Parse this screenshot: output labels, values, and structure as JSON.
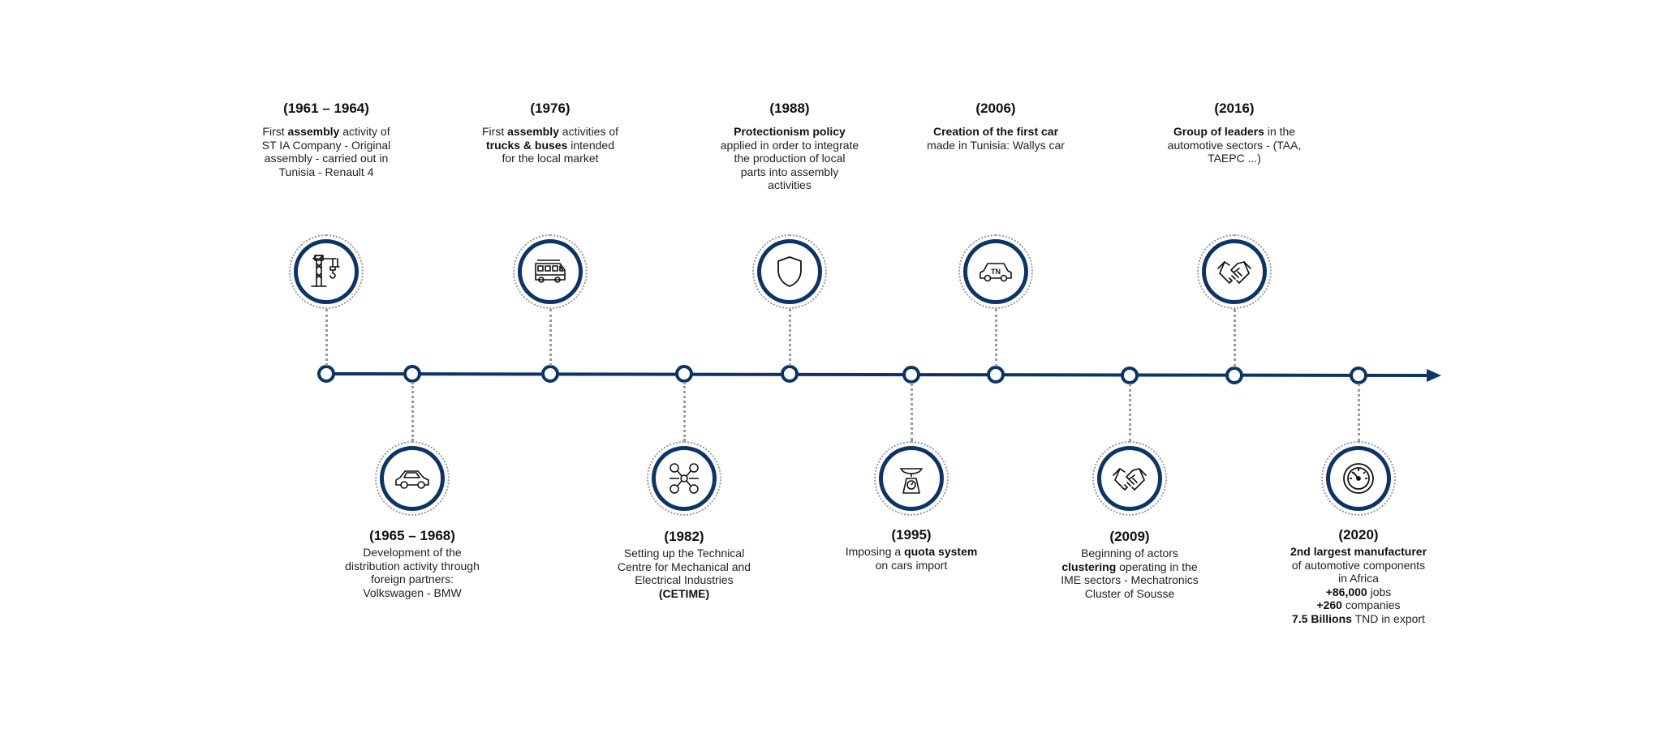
{
  "colors": {
    "accent": "#0b3568",
    "dots": "#9a9a9a"
  },
  "events_top": [
    {
      "year": "(1961 – 1964)",
      "icon": "crane-icon",
      "lines": [
        [
          {
            "t": "First "
          },
          {
            "t": "assembly",
            "b": true
          },
          {
            "t": " activity of"
          }
        ],
        [
          {
            "t": "ST IA Company - Original"
          }
        ],
        [
          {
            "t": "assembly - carried out in"
          }
        ],
        [
          {
            "t": "Tunisia - Renault 4"
          }
        ]
      ]
    },
    {
      "year": "(1976)",
      "icon": "bus-icon",
      "lines": [
        [
          {
            "t": "First "
          },
          {
            "t": "assembly",
            "b": true
          },
          {
            "t": " activities of"
          }
        ],
        [
          {
            "t": "trucks & buses",
            "b": true
          },
          {
            "t": " intended"
          }
        ],
        [
          {
            "t": "for the local market"
          }
        ]
      ]
    },
    {
      "year": "(1988)",
      "icon": "shield-icon",
      "lines": [
        [
          {
            "t": "Protectionism policy",
            "b": true
          }
        ],
        [
          {
            "t": "applied in order to integrate"
          }
        ],
        [
          {
            "t": "the production of local"
          }
        ],
        [
          {
            "t": "parts into assembly"
          }
        ],
        [
          {
            "t": "activities"
          }
        ]
      ]
    },
    {
      "year": "(2006)",
      "icon": "car-tn-icon",
      "lines": [
        [
          {
            "t": "Creation of the first car",
            "b": true
          }
        ],
        [
          {
            "t": "made in Tunisia: Wallys car"
          }
        ]
      ]
    },
    {
      "year": "(2016)",
      "icon": "handshake-icon",
      "lines": [
        [
          {
            "t": "Group of leaders",
            "b": true
          },
          {
            "t": " in the"
          }
        ],
        [
          {
            "t": "automotive sectors - (TAA,"
          }
        ],
        [
          {
            "t": "TAEPC ...)"
          }
        ]
      ]
    }
  ],
  "events_bottom": [
    {
      "year": "(1965 – 1968)",
      "icon": "car-icon",
      "lines": [
        [
          {
            "t": "Development of the"
          }
        ],
        [
          {
            "t": "distribution activity through"
          }
        ],
        [
          {
            "t": "foreign partners:"
          }
        ],
        [
          {
            "t": "Volkswagen - BMW"
          }
        ]
      ]
    },
    {
      "year": "(1982)",
      "icon": "network-icon",
      "lines": [
        [
          {
            "t": "Setting up the Technical"
          }
        ],
        [
          {
            "t": "Centre for Mechanical and"
          }
        ],
        [
          {
            "t": "Electrical Industries"
          }
        ],
        [
          {
            "t": "(CETIME)",
            "b": true
          }
        ]
      ]
    },
    {
      "year": "(1995)",
      "icon": "scale-icon",
      "lines": [
        [
          {
            "t": "Imposing a "
          },
          {
            "t": "quota system",
            "b": true
          }
        ],
        [
          {
            "t": "on cars import"
          }
        ]
      ]
    },
    {
      "year": "(2009)",
      "icon": "handshake-icon",
      "lines": [
        [
          {
            "t": "Beginning of actors"
          }
        ],
        [
          {
            "t": "clustering",
            "b": true
          },
          {
            "t": " operating in the"
          }
        ],
        [
          {
            "t": "IME sectors - Mechatronics"
          }
        ],
        [
          {
            "t": "Cluster of Sousse"
          }
        ]
      ]
    },
    {
      "year": "(2020)",
      "icon": "speedometer-icon",
      "lines": [
        [
          {
            "t": "2nd largest manufacturer",
            "b": true
          }
        ],
        [
          {
            "t": "of automotive components"
          }
        ],
        [
          {
            "t": "in Africa"
          }
        ],
        [
          {
            "t": "+86,000",
            "b": true
          },
          {
            "t": " jobs"
          }
        ],
        [
          {
            "t": "+260",
            "b": true
          },
          {
            "t": " companies"
          }
        ],
        [
          {
            "t": "7.5 Billions",
            "b": true
          },
          {
            "t": " TND in export"
          }
        ]
      ]
    }
  ]
}
